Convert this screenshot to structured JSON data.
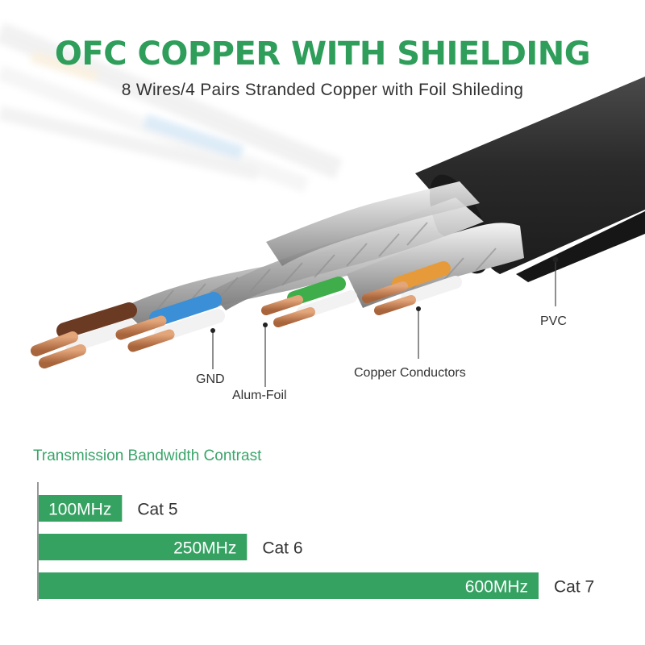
{
  "header": {
    "title": "OFC COPPER WITH SHIELDING",
    "subtitle": "8 Wires/4 Pairs Stranded Copper with Foil Shileding"
  },
  "callouts": {
    "gnd": "GND",
    "alum_foil": "Alum-Foil",
    "copper": "Copper Conductors",
    "pvc": "PVC"
  },
  "chart_data": {
    "type": "bar",
    "orientation": "horizontal",
    "title": "Transmission Bandwidth Contrast",
    "categories": [
      "Cat 5",
      "Cat 6",
      "Cat 7"
    ],
    "values": [
      100,
      250,
      600
    ],
    "value_labels": [
      "100MHz",
      "250MHz",
      "600MHz"
    ],
    "unit": "MHz",
    "xlim": [
      0,
      600
    ],
    "grid": false,
    "legend": "none",
    "bar_color": "#35a262"
  },
  "colors": {
    "accent": "#2e9e5a",
    "jacket": "#2b2b2b",
    "copper": "#c9855a",
    "pair_brown": "#6b3a22",
    "pair_blue": "#3a8fd6",
    "pair_green": "#3fae4a",
    "pair_orange": "#e69a3a"
  },
  "icons": [
    "cable-illustration"
  ]
}
